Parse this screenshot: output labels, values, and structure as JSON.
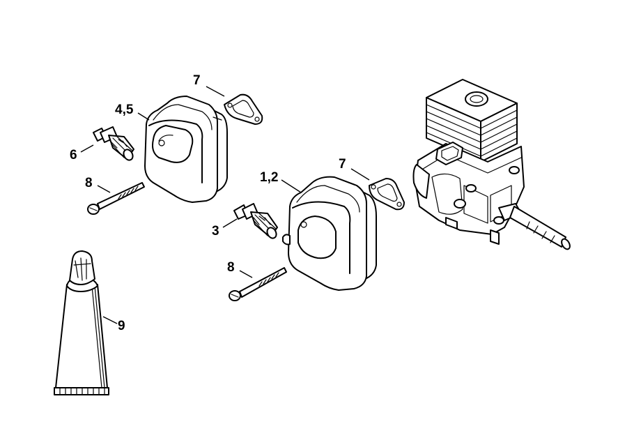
{
  "callouts": {
    "gasket_upper": "7",
    "muffler_upper": "4,5",
    "spark_arrestor_upper": "6",
    "screw_upper": "8",
    "gasket_lower": "7",
    "muffler_lower": "1,2",
    "spark_arrestor_lower": "3",
    "screw_lower": "8",
    "paste_tube": "9"
  }
}
